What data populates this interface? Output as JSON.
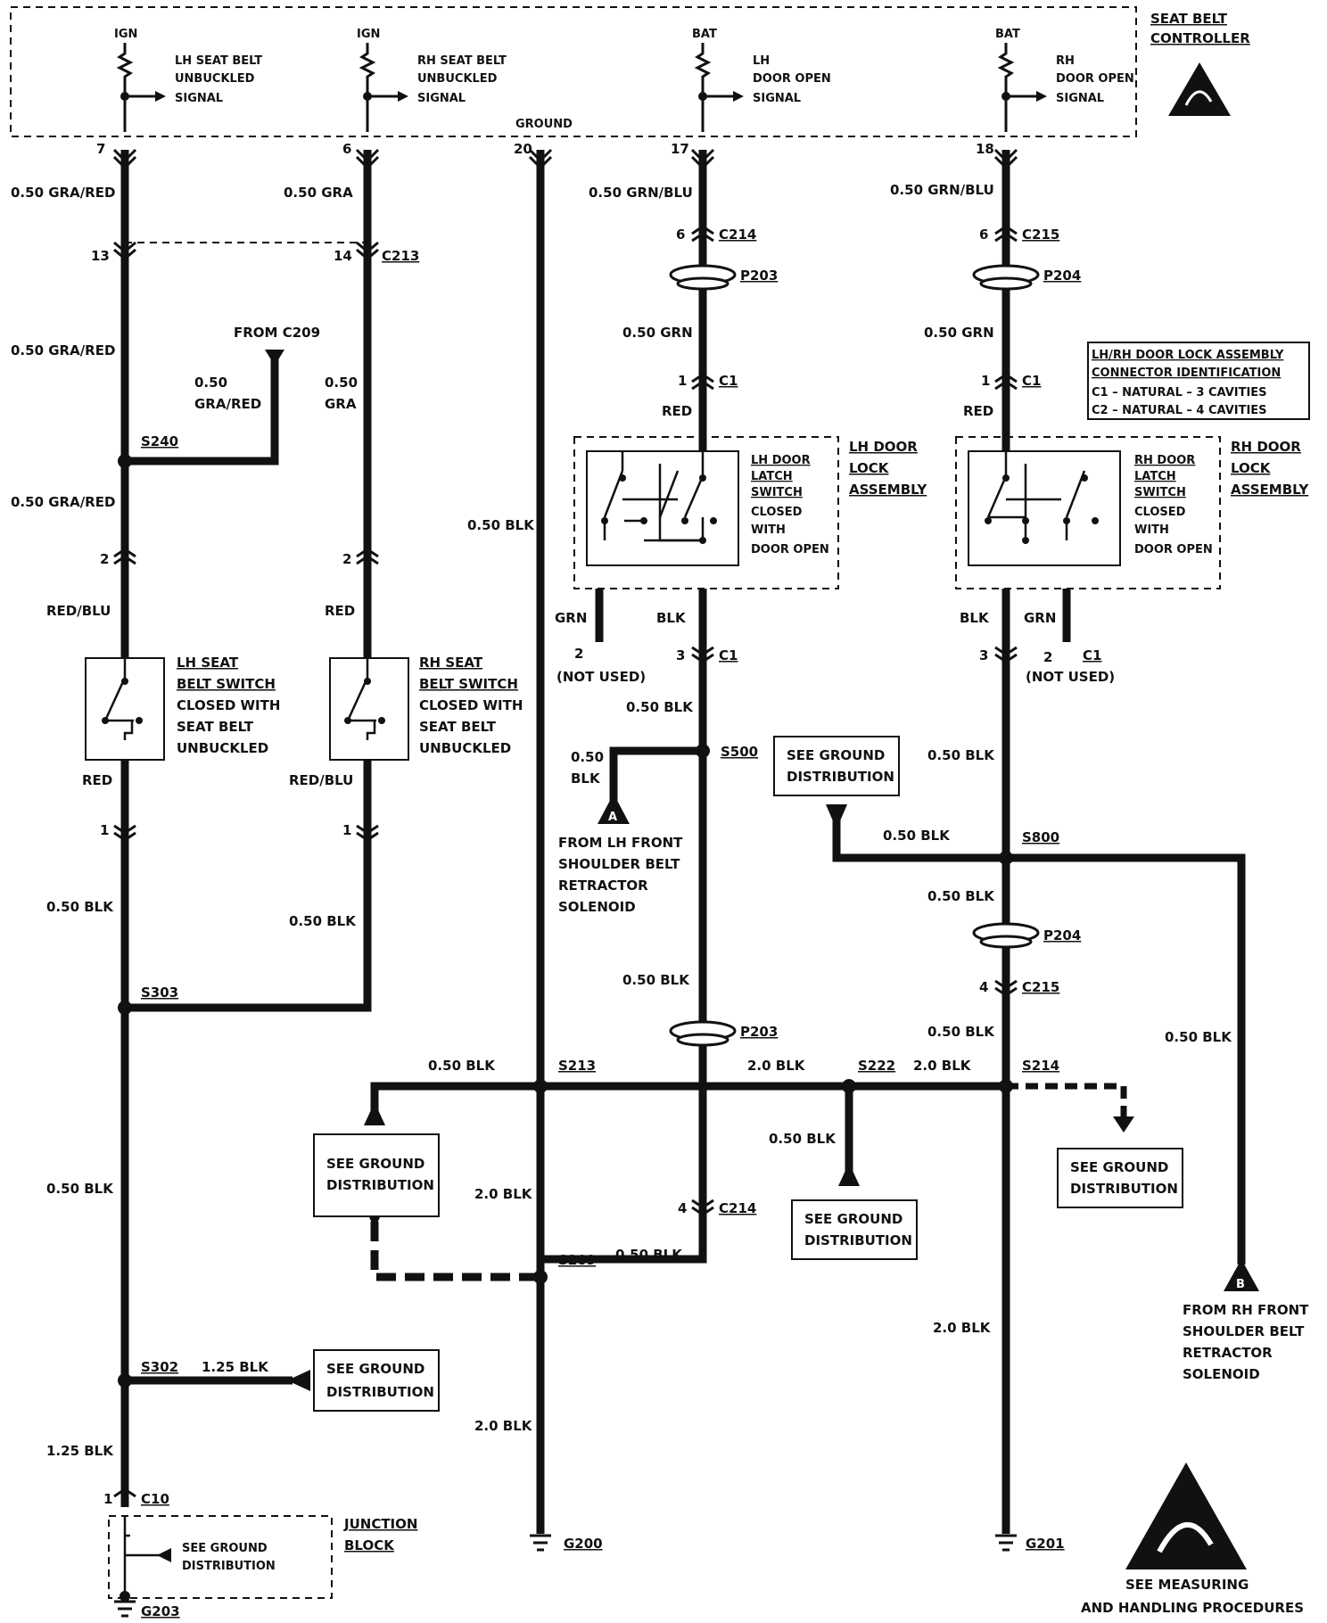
{
  "controller": {
    "name": [
      "SEAT BELT",
      "CONTROLLER"
    ],
    "ign": "IGN",
    "bat": "BAT",
    "ground": "GROUND",
    "signals": {
      "lh_belt": [
        "LH SEAT BELT",
        "UNBUCKLED",
        "SIGNAL"
      ],
      "rh_belt": [
        "RH SEAT BELT",
        "UNBUCKLED",
        "SIGNAL"
      ],
      "lh_door": [
        "LH",
        "DOOR OPEN",
        "SIGNAL"
      ],
      "rh_door": [
        "RH",
        "DOOR OPEN",
        "SIGNAL"
      ]
    }
  },
  "pins": {
    "p7": "7",
    "p6": "6",
    "p20": "20",
    "p17": "17",
    "p18": "18"
  },
  "wires": {
    "gra_red": "0.50 GRA/RED",
    "gra": "0.50 GRA",
    "grn_blu": "0.50 GRN/BLU",
    "grn": "0.50 GRN",
    "blk": "0.50 BLK",
    "blk_2": "2.0 BLK",
    "blk_125": "1.25 BLK",
    "red": "RED",
    "red_blu": "RED/BLU",
    "grn_short": "GRN",
    "blk_short": "BLK",
    "num_050": "0.50",
    "gra_red_short": "GRA/RED",
    "gra_short": "GRA"
  },
  "connectors": {
    "c213": "C213",
    "c214": "C214",
    "c215": "C215",
    "p203": "P203",
    "p204": "P204",
    "c1": "C1",
    "c10": "C10"
  },
  "cavities": {
    "n13": "13",
    "n14": "14",
    "n6": "6",
    "n1": "1",
    "n2": "2",
    "n3": "3",
    "n4": "4"
  },
  "splices": {
    "s240": "S240",
    "s303": "S303",
    "s302": "S302",
    "s500": "S500",
    "s800": "S800",
    "s213": "S213",
    "s222": "S222",
    "s214": "S214",
    "s209": "S209"
  },
  "grounds": {
    "g200": "G200",
    "g201": "G201",
    "g203": "G203"
  },
  "labels": {
    "from_c209": "FROM C209",
    "not_used": "(NOT USED)",
    "see_ground": [
      "SEE GROUND",
      "DISTRIBUTION"
    ],
    "lh_latch": [
      "LH DOOR",
      "LATCH",
      "SWITCH",
      "CLOSED",
      "WITH",
      "DOOR OPEN"
    ],
    "rh_latch": [
      "RH DOOR",
      "LATCH",
      "SWITCH",
      "CLOSED",
      "WITH",
      "DOOR OPEN"
    ],
    "lh_lock": [
      "LH DOOR",
      "LOCK",
      "ASSEMBLY"
    ],
    "rh_lock": [
      "RH DOOR",
      "LOCK",
      "ASSEMBLY"
    ],
    "lh_belt_switch": [
      "LH SEAT",
      "BELT SWITCH",
      "CLOSED WITH",
      "SEAT BELT",
      "UNBUCKLED"
    ],
    "rh_belt_switch": [
      "RH SEAT",
      "BELT SWITCH",
      "CLOSED WITH",
      "SEAT BELT",
      "UNBUCKLED"
    ],
    "connector_id": [
      "LH/RH DOOR LOCK ASSEMBLY",
      "CONNECTOR IDENTIFICATION",
      "C1 – NATURAL – 3 CAVITIES",
      "C2 – NATURAL – 4 CAVITIES"
    ],
    "from_lh": [
      "FROM LH FRONT",
      "SHOULDER BELT",
      "RETRACTOR",
      "SOLENOID"
    ],
    "from_rh": [
      "FROM RH FRONT",
      "SHOULDER BELT",
      "RETRACTOR",
      "SOLENOID"
    ],
    "tri_a": "A",
    "tri_b": "B",
    "junction": [
      "JUNCTION",
      "BLOCK"
    ],
    "esd": [
      "SEE MEASURING",
      "AND HANDLING PROCEDURES"
    ]
  }
}
